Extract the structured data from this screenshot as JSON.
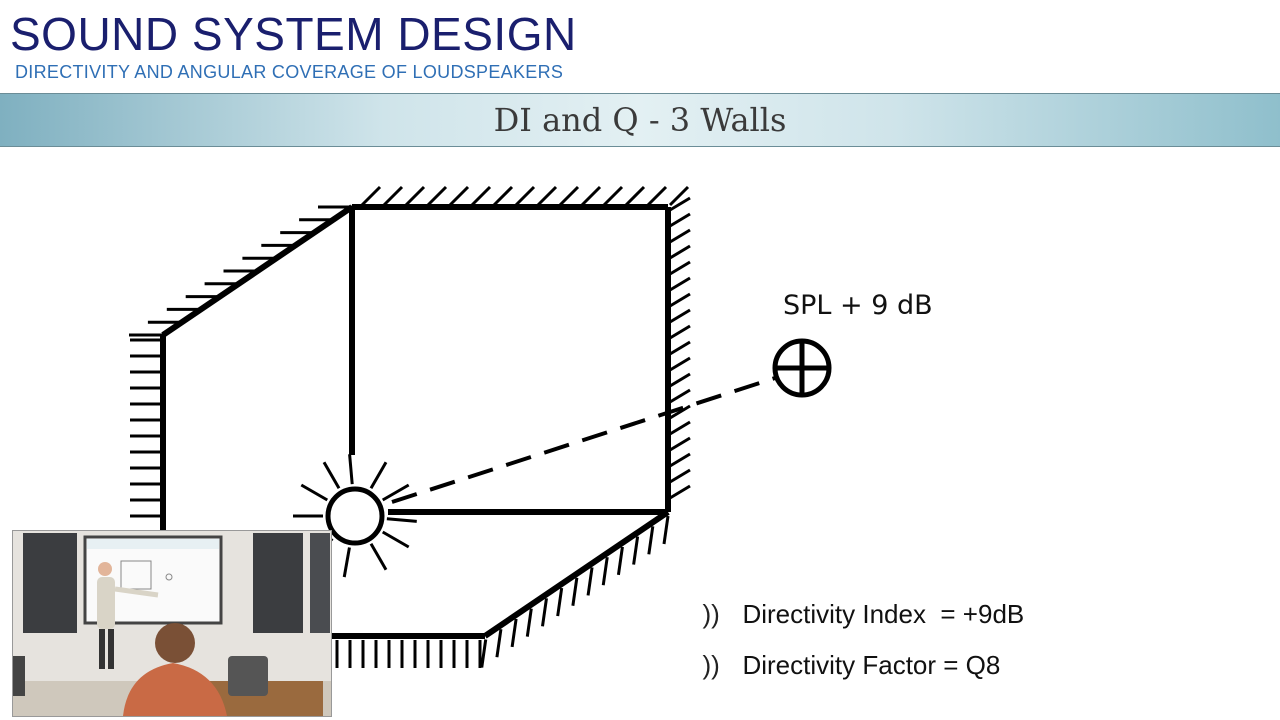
{
  "header": {
    "course_title": "SOUND SYSTEM DESIGN",
    "course_subtitle": "DIRECTIVITY AND ANGULAR COVERAGE OF LOUDSPEAKERS"
  },
  "slide": {
    "title": "DI and Q  -  3 Walls",
    "spl_label": "SPL + 9 dB",
    "bullets": [
      {
        "marker": "))",
        "text": "Directivity Index  = +9dB"
      },
      {
        "marker": "))",
        "text": "Directivity Factor = Q8"
      }
    ]
  },
  "colors": {
    "title_navy": "#1a1f6e",
    "subtitle_blue": "#2f6fb5",
    "banner_teal": "#7fb0c0"
  },
  "icons": {
    "source": "loudspeaker-source-icon",
    "listener": "microphone-crosshair-icon"
  }
}
